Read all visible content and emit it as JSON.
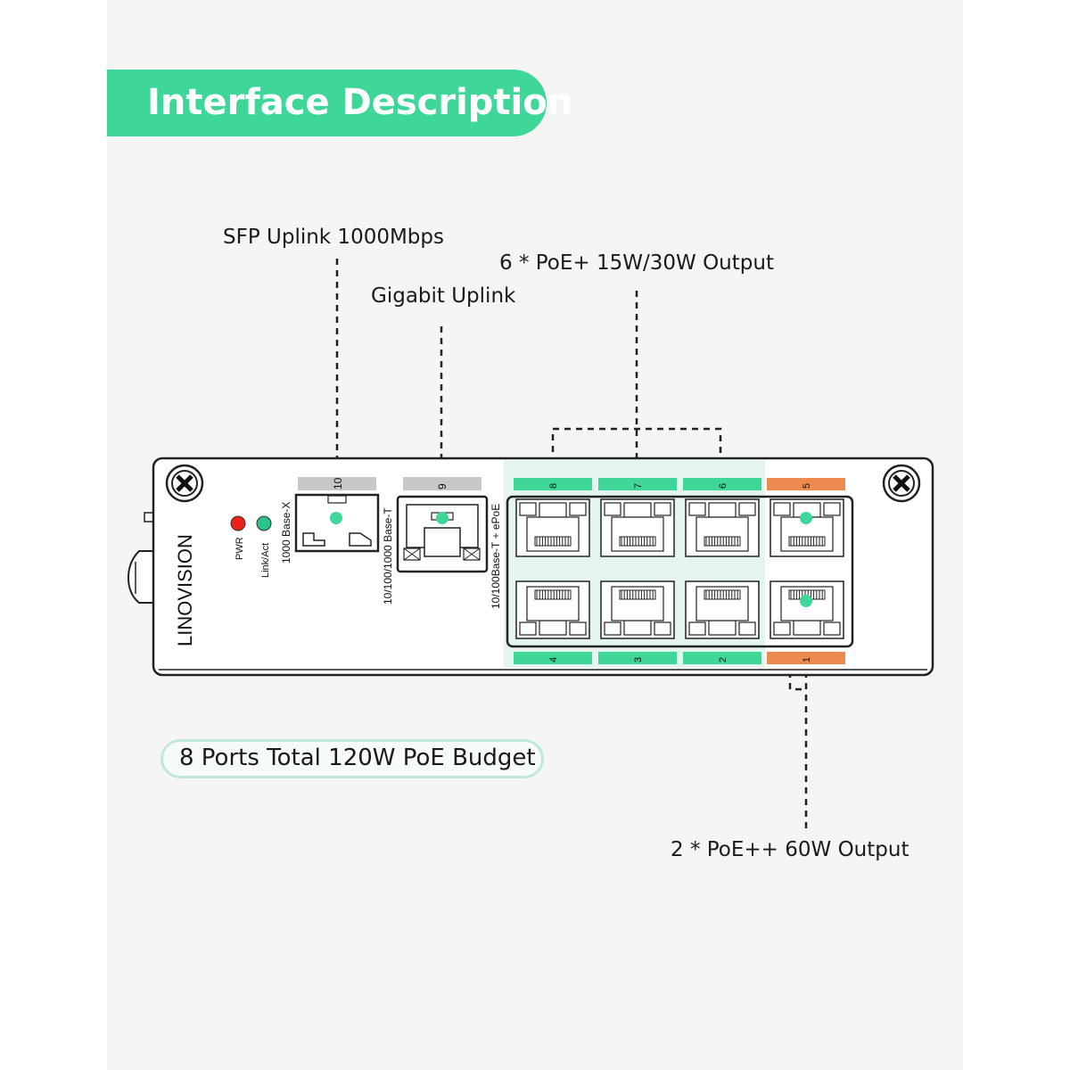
{
  "header": {
    "title": "Interface Description"
  },
  "callouts": {
    "sfp": "SFP Uplink 1000Mbps",
    "gigabit": "Gigabit Uplink",
    "poe_plus": "6 * PoE+ 15W/30W Output",
    "poe_plusplus": "2 * PoE++ 60W Output"
  },
  "budget": {
    "text": "8 Ports Total 120W PoE Budget"
  },
  "device": {
    "brand": "LINOVISION",
    "leds": {
      "pwr": "PWR",
      "link": "Link/Act"
    },
    "port_labels": {
      "sfp": "1000 Base-X",
      "gigabit": "10/100/1000 Base-T",
      "poe": "10/100Base-T + ePoE"
    },
    "port_numbers": {
      "p10": "10",
      "p9": "9",
      "p8": "8",
      "p7": "7",
      "p6": "6",
      "p5": "5",
      "p4": "4",
      "p3": "3",
      "p2": "2",
      "p1": "1"
    }
  },
  "colors": {
    "accent": "#3fd69a",
    "poe_plusplus": "#ec8a4f",
    "uplink_tag": "#c8c8c8",
    "pwr_led": "#e8231a",
    "link_led": "#2bc28a"
  }
}
